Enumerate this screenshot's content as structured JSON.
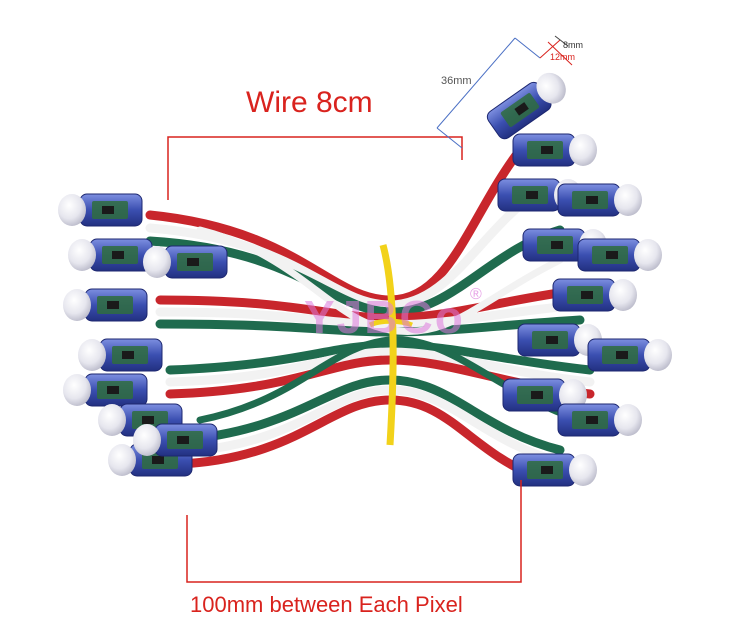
{
  "annotations": {
    "wire_length": "Wire 8cm",
    "pixel_spacing": "100mm between Each Pixel",
    "dim_length": "36mm",
    "dim_width": "8mm",
    "dim_diameter": "12mm"
  },
  "watermark": {
    "text": "YJBCo",
    "registered": "®"
  },
  "colors": {
    "annotation_red": "#d9231e",
    "wire_red": "#c8262c",
    "wire_green": "#1f6b4e",
    "wire_white": "#f2f2f2",
    "module_blue": "#3b4fb0",
    "dimension_blue": "#4a6fc4"
  }
}
